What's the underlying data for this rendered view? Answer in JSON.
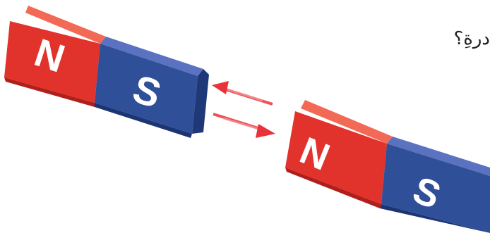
{
  "question_fragment": "درةِ؟",
  "magnet_left": {
    "north_label": "N",
    "south_label": "S"
  },
  "magnet_right": {
    "north_label": "N",
    "south_label": "S"
  },
  "colors": {
    "north_pole": "#e1322b",
    "south_pole": "#2f4f98",
    "arrow": "#e8333a",
    "background": "#ffffff"
  }
}
